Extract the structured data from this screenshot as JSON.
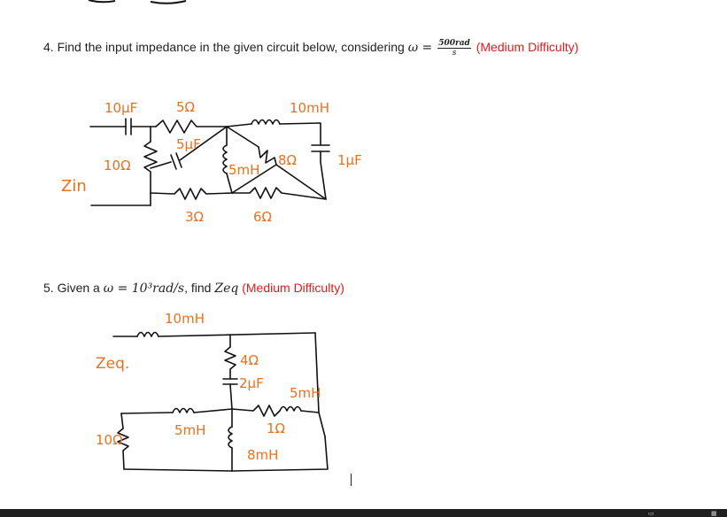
{
  "q4": {
    "text": "4. Find the input impedance in the given circuit below, considering ",
    "omega": "ω =",
    "frac_num": "500rad",
    "frac_den": "s",
    "difficulty": "(Medium Difficulty)",
    "labels": {
      "c10": "10μF",
      "r5": "5Ω",
      "l10": "10mH",
      "c5": "5μF",
      "r10": "10Ω",
      "l5": "5mH",
      "r8": "8Ω",
      "c1": "1μF",
      "zin": "Zin",
      "r3": "3Ω",
      "r6": "6Ω"
    }
  },
  "q5": {
    "text_a": "5. Given a ",
    "math": "ω = 10³rad/s",
    "text_b": ", find ",
    "zeq": "Zeq",
    "difficulty": "(Medium Difficulty)",
    "labels": {
      "l10": "10mH",
      "zeq": "Zeq.",
      "r4": "4Ω",
      "c2": "2μF",
      "l5a": "5mH",
      "l5b": "5mH",
      "r1": "1Ω",
      "r10": "10Ω",
      "l8": "8mH"
    }
  }
}
